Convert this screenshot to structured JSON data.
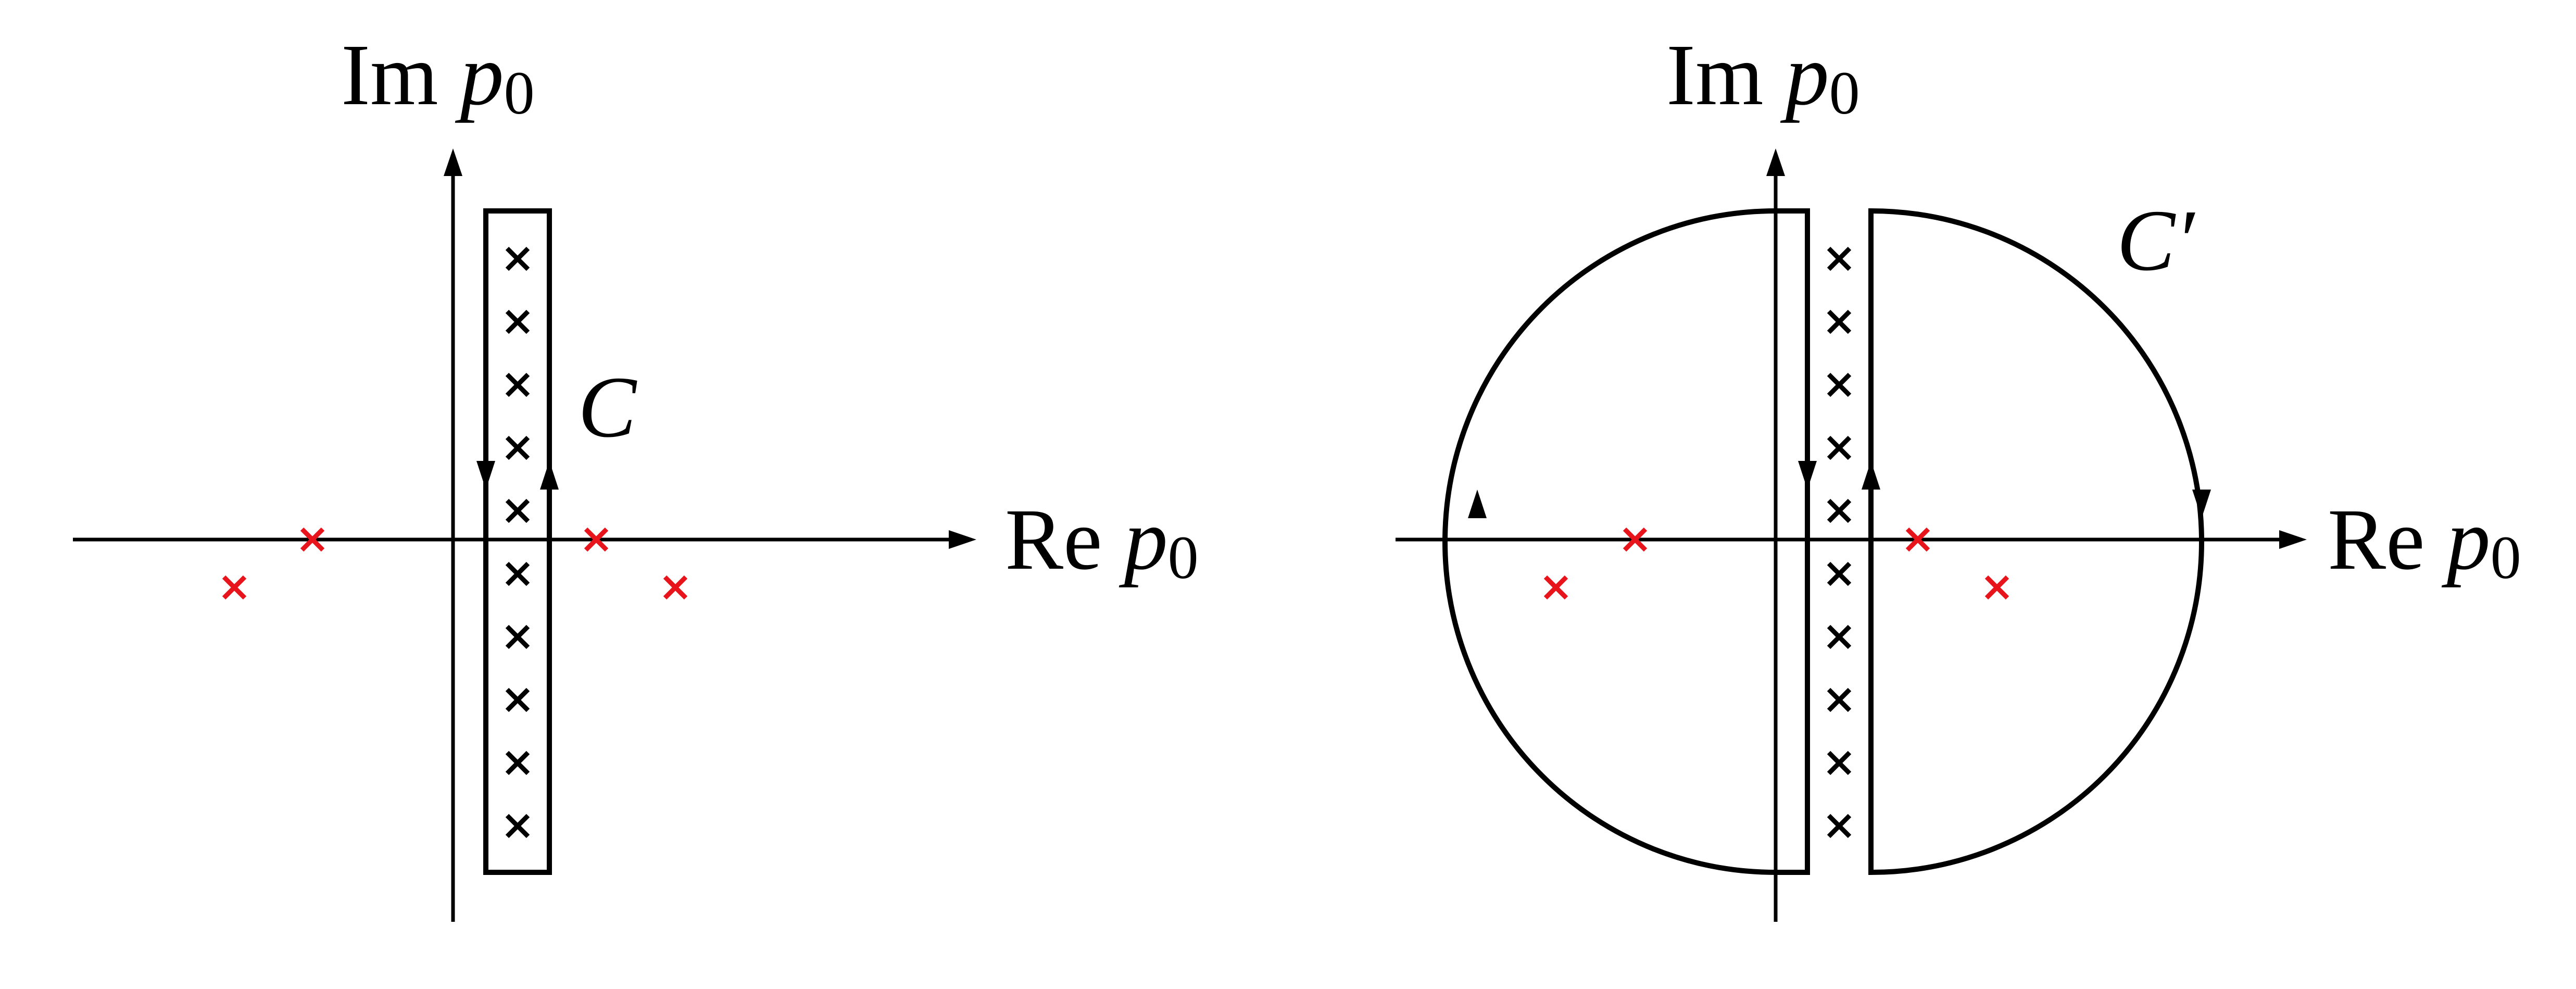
{
  "panels": [
    {
      "im_axis": {
        "prefix": "Im ",
        "var": "p",
        "sub": "0"
      },
      "re_axis": {
        "prefix": "Re ",
        "var": "p",
        "sub": "0"
      },
      "contour": {
        "label": "C",
        "prime": "",
        "shape": "closed rectangle around imaginary-axis strip"
      }
    },
    {
      "im_axis": {
        "prefix": "Im ",
        "var": "p",
        "sub": "0"
      },
      "re_axis": {
        "prefix": "Re ",
        "var": "p",
        "sub": "0"
      },
      "contour": {
        "label": "C",
        "prime": "′",
        "shape": "two half-discs deformed away from the strip"
      }
    }
  ],
  "markers": {
    "strip_pole_count": 10,
    "strip_pole_color": "#000000",
    "real_pole_count": 4,
    "real_pole_color": "#e8141b",
    "pole_symbol": "cross"
  },
  "colors": {
    "axis": "#000000",
    "contour": "#000000",
    "background": "#ffffff"
  }
}
